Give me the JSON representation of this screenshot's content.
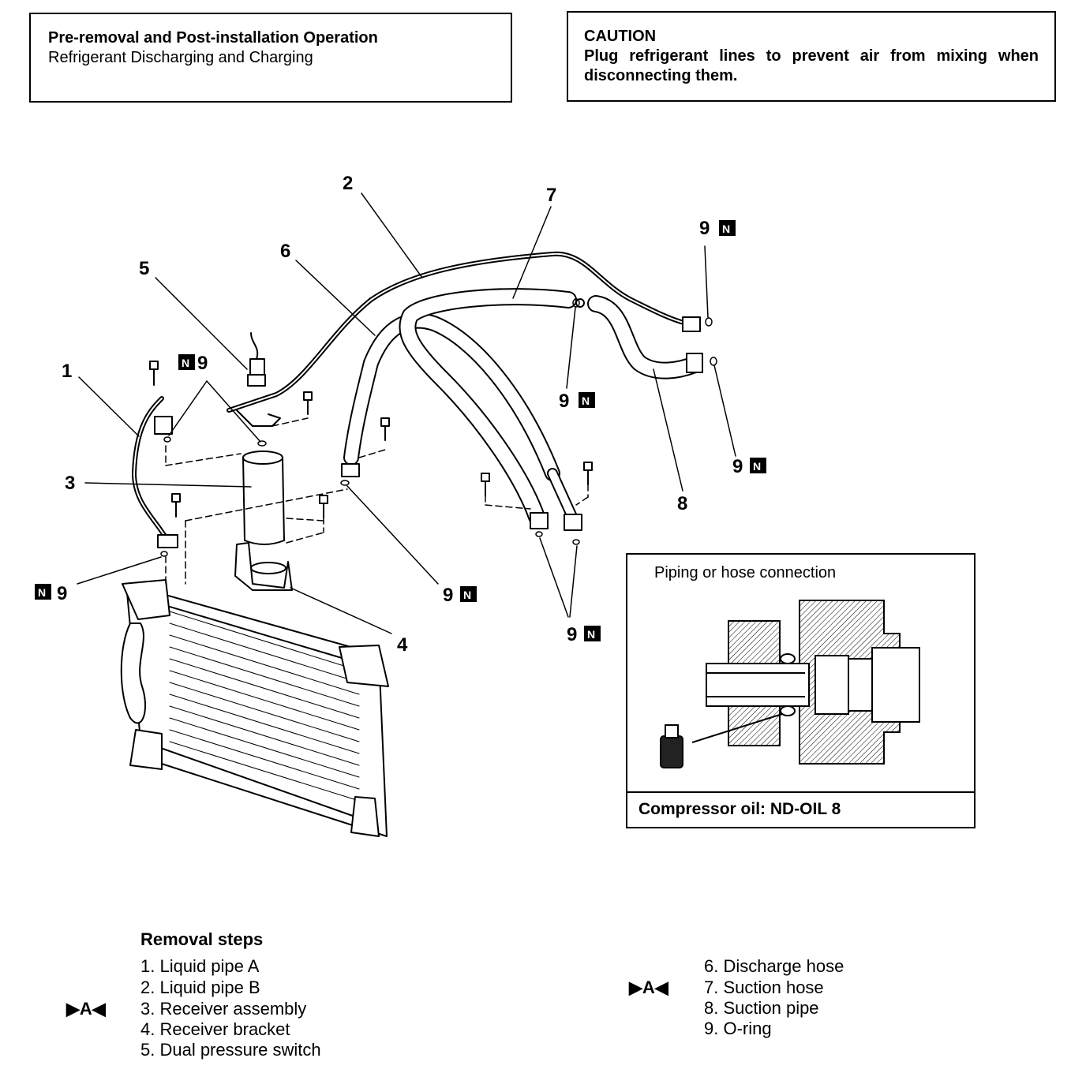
{
  "header": {
    "pre_removal_title": "Pre-removal and Post-installation Operation",
    "pre_removal_text": "Refrigerant Discharging and Charging"
  },
  "caution": {
    "title": "CAUTION",
    "text": "Plug refrigerant lines to prevent air from mixing when disconnecting them."
  },
  "callouts": {
    "c1": "1",
    "c2": "2",
    "c3": "3",
    "c4": "4",
    "c5": "5",
    "c6": "6",
    "c7": "7",
    "c8": "8",
    "oring": "9",
    "new_part_badge": "N"
  },
  "inset": {
    "title": "Piping or hose connection",
    "footer": "Compressor oil: ND-OIL 8"
  },
  "removal": {
    "title": "Removal steps",
    "marker": "▶A◀",
    "steps": [
      "1. Liquid pipe A",
      "2. Liquid pipe B",
      "3. Receiver assembly",
      "4. Receiver bracket",
      "5. Dual pressure switch",
      "6. Discharge hose",
      "7. Suction hose",
      "8. Suction pipe",
      "9. O-ring"
    ]
  }
}
